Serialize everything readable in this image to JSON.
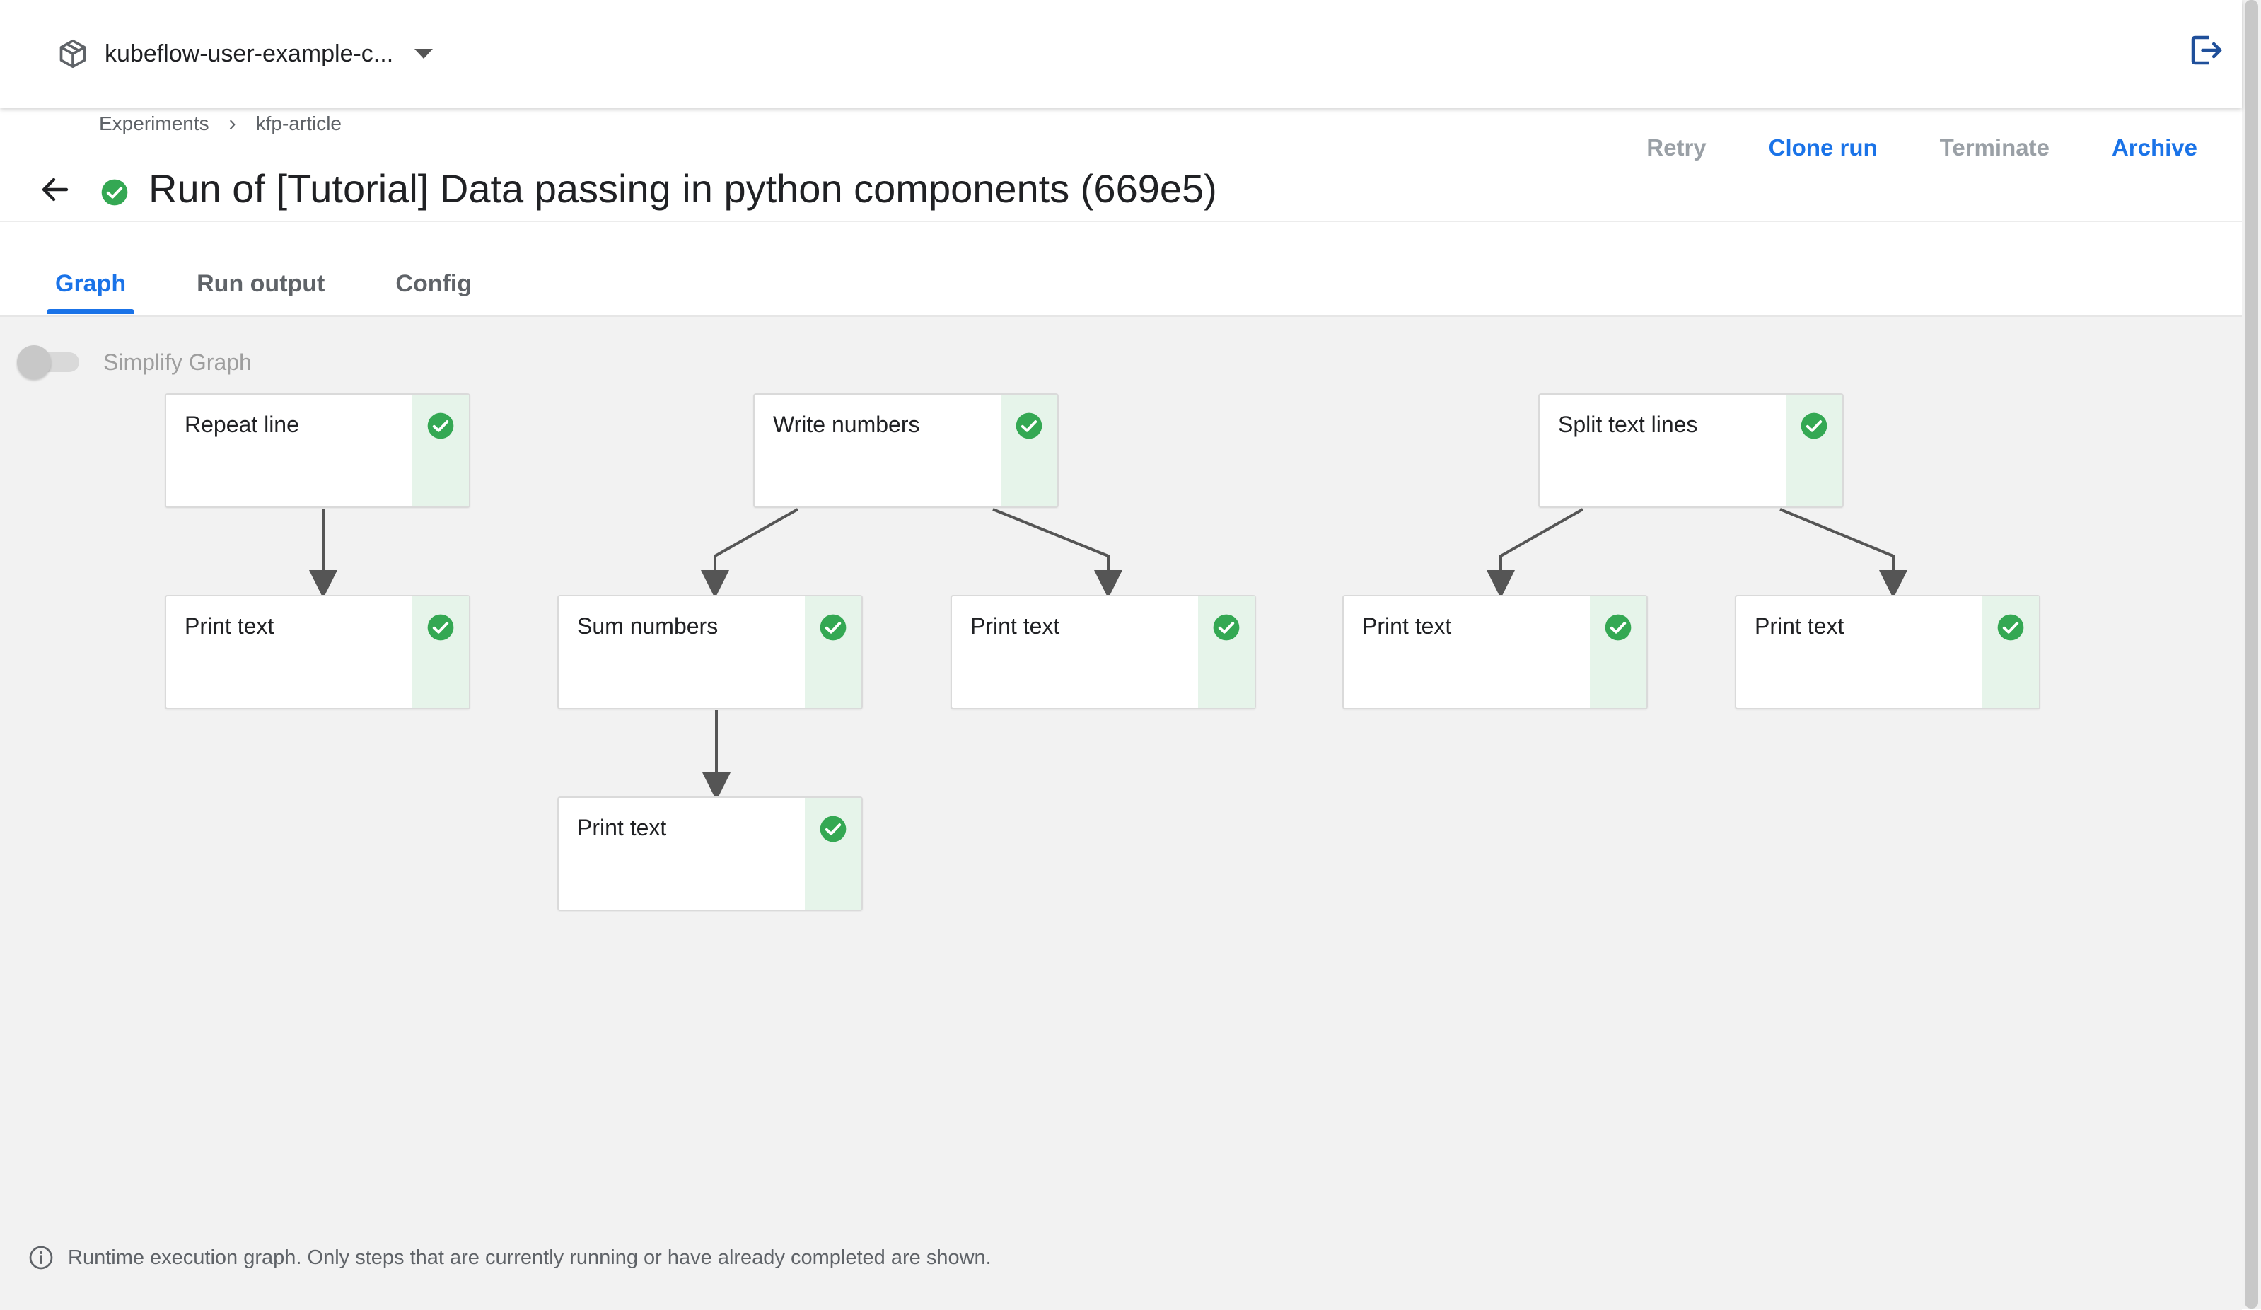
{
  "topbar": {
    "namespace": "kubeflow-user-example-c...",
    "namespace_icon": "cube-icon",
    "logout_icon": "logout-icon"
  },
  "breadcrumb": {
    "items": [
      "Experiments",
      "kfp-article"
    ],
    "separator": "›"
  },
  "header": {
    "title": "Run of [Tutorial] Data passing in python components (669e5)",
    "status": "succeeded",
    "actions": {
      "retry": "Retry",
      "clone": "Clone run",
      "terminate": "Terminate",
      "archive": "Archive"
    }
  },
  "tabs": [
    "Graph",
    "Run output",
    "Config"
  ],
  "active_tab": "Graph",
  "graph": {
    "simplify_label": "Simplify Graph",
    "simplify_enabled": false,
    "nodes": [
      {
        "label": "Repeat line",
        "status": "succeeded"
      },
      {
        "label": "Print text",
        "status": "succeeded"
      },
      {
        "label": "Write numbers",
        "status": "succeeded"
      },
      {
        "label": "Sum numbers",
        "status": "succeeded"
      },
      {
        "label": "Print text",
        "status": "succeeded"
      },
      {
        "label": "Print text",
        "status": "succeeded"
      },
      {
        "label": "Split text lines",
        "status": "succeeded"
      },
      {
        "label": "Print text",
        "status": "succeeded"
      },
      {
        "label": "Print text",
        "status": "succeeded"
      }
    ],
    "note": "Runtime execution graph. Only steps that are currently running or have already completed are shown."
  },
  "colors": {
    "accent": "#1a73e8",
    "success": "#34a853",
    "success_strip": "#e6f4ea",
    "disabled": "#9aa0a6"
  }
}
